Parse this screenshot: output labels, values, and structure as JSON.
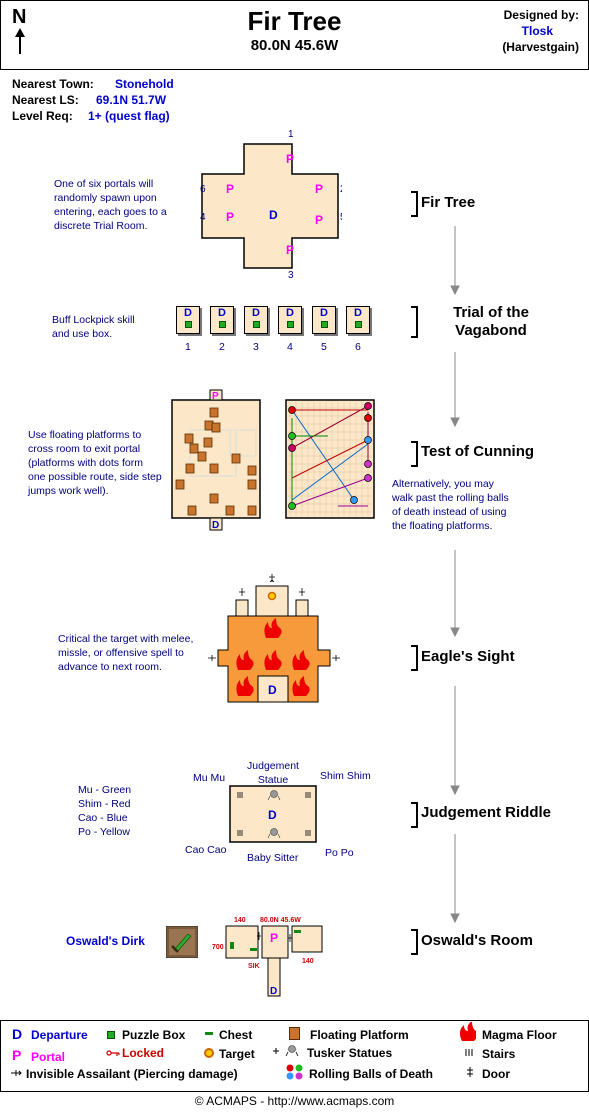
{
  "header": {
    "north": "N",
    "title": "Fir Tree",
    "coords": "80.0N 45.6W",
    "designed_by_label": "Designed by:",
    "designer": "Tlosk",
    "designer_server": "(Harvestgain)"
  },
  "info": {
    "town_label": "Nearest Town:",
    "town": "Stonehold",
    "ls_label": "Nearest LS:",
    "ls": "69.1N 51.7W",
    "level_label": "Level Req:",
    "level": "1+ (quest flag)"
  },
  "fir_tree": {
    "name": "Fir Tree",
    "note": "One of six portals will randomly spawn upon entering, each goes to a discrete Trial Room.",
    "portal_numbers": [
      "1",
      "2",
      "3",
      "4",
      "5",
      "6"
    ],
    "portal_letter": "P",
    "departure_letter": "D"
  },
  "vagabond": {
    "name": "Trial of the Vagabond",
    "note": "Buff Lockpick skill and use box.",
    "room_numbers": [
      "1",
      "2",
      "3",
      "4",
      "5",
      "6"
    ]
  },
  "cunning": {
    "name": "Test of Cunning",
    "note_left": "Use floating platforms to cross room to exit portal (platforms with dots form one possible route, side step jumps work well).",
    "note_right": "Alternatively, you may walk past the rolling balls of death instead of using the floating platforms."
  },
  "eagle": {
    "name": "Eagle's Sight",
    "note": "Critical the target with melee, missle, or offensive spell to advance to next room."
  },
  "judgement": {
    "name": "Judgement Riddle",
    "riddle": [
      "Mu - Green",
      "Shim - Red",
      "Cao - Blue",
      "Po - Yellow"
    ],
    "label_statue": "Judgement Statue",
    "label_mumu": "Mu Mu",
    "label_shimshim": "Shim Shim",
    "label_caocao": "Cao Cao",
    "label_babysitter": "Baby Sitter",
    "label_popo": "Po Po"
  },
  "oswald": {
    "name": "Oswald's Room",
    "item": "Oswald's Dirk",
    "coords": "80.0N 45.6W",
    "lock_140a": "140",
    "lock_700": "700",
    "lock_140b": "140",
    "lock_sik": "SIK"
  },
  "legend": {
    "departure": "Departure",
    "portal": "Portal",
    "puzzle_box": "Puzzle Box",
    "locked": "Locked",
    "chest": "Chest",
    "target": "Target",
    "floating_platform": "Floating Platform",
    "tusker_statues": "Tusker Statues",
    "magma_floor": "Magma Floor",
    "stairs": "Stairs",
    "invisible_assailant": "Invisible Assailant (Piercing damage)",
    "rolling_balls": "Rolling Balls of Death",
    "door": "Door"
  },
  "footer": {
    "copyright": "© ACMAPS - http://www.acmaps.com"
  },
  "colors": {
    "room_fill": "#fce8c8",
    "portal": "#ff00ff",
    "departure": "#0000cc",
    "magma": "#ff3300",
    "text_blue": "#000080"
  }
}
